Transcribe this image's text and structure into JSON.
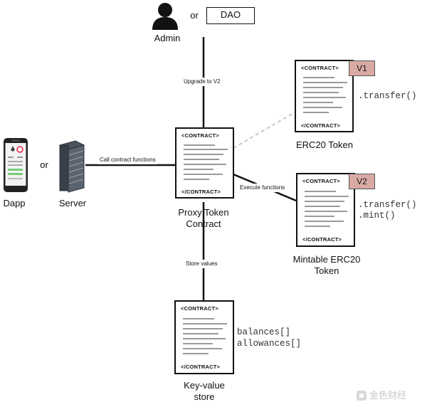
{
  "top": {
    "admin_label": "Admin",
    "or_label": "or",
    "dao_label": "DAO"
  },
  "left": {
    "dapp_label": "Dapp",
    "or_label": "or",
    "server_label": "Server"
  },
  "edges": {
    "upgrade": "Upgrade to V2",
    "call": "Call contract functions",
    "execute": "Execute functions",
    "store": "Store values"
  },
  "contract_tag_open": "<CONTRACT>",
  "contract_tag_close": "</CONTRACT>",
  "proxy": {
    "label_line1": "Proxy Token",
    "label_line2": "Contract"
  },
  "erc20": {
    "version": "V1",
    "method": ".transfer()",
    "label": "ERC20 Token"
  },
  "mintable": {
    "version": "V2",
    "method1": ".transfer()",
    "method2": ".mint()",
    "label_line1": "Mintable ERC20",
    "label_line2": "Token"
  },
  "kv": {
    "field1": "balances[]",
    "field2": "allowances[]",
    "label_line1": "Key-value",
    "label_line2": "store"
  },
  "watermark": "金色财经"
}
